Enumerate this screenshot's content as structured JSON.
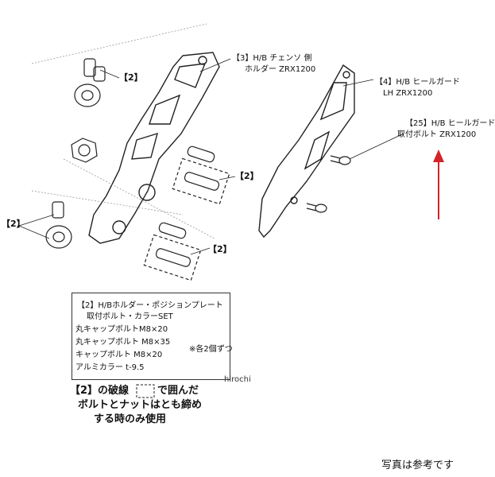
{
  "labels": {
    "part3_line1": "【3】H/B チェンソ 側",
    "part3_line2": "ホルダー ZRX1200",
    "part4_line1": "【4】H/B ヒールガード",
    "part4_line2": "LH ZRX1200",
    "part25_line1": "【25】H/B ヒールガード",
    "part25_line2": "取付ボルト ZRX1200",
    "tag2": "【2】"
  },
  "note": {
    "line1": "【2】H/Bホルダー・ポジションプレート",
    "line2": "取付ボルト・カラーSET",
    "line3": "丸キャップボルトM8×20",
    "line4": "丸キャップボルト M8×35",
    "line5": "キャップボルト M8×20",
    "line6": "アルミカラー t-9.5",
    "side": "※各2個ずつ"
  },
  "caption": {
    "line1": "【2】の破線",
    "line1b": "で囲んだ",
    "line2": "ボルトとナットはとも締め",
    "line3": "する時のみ使用"
  },
  "credit": "hirochi",
  "footer": "写真は参考です",
  "colors": {
    "arrow": "#d4232a",
    "line": "#222222"
  }
}
